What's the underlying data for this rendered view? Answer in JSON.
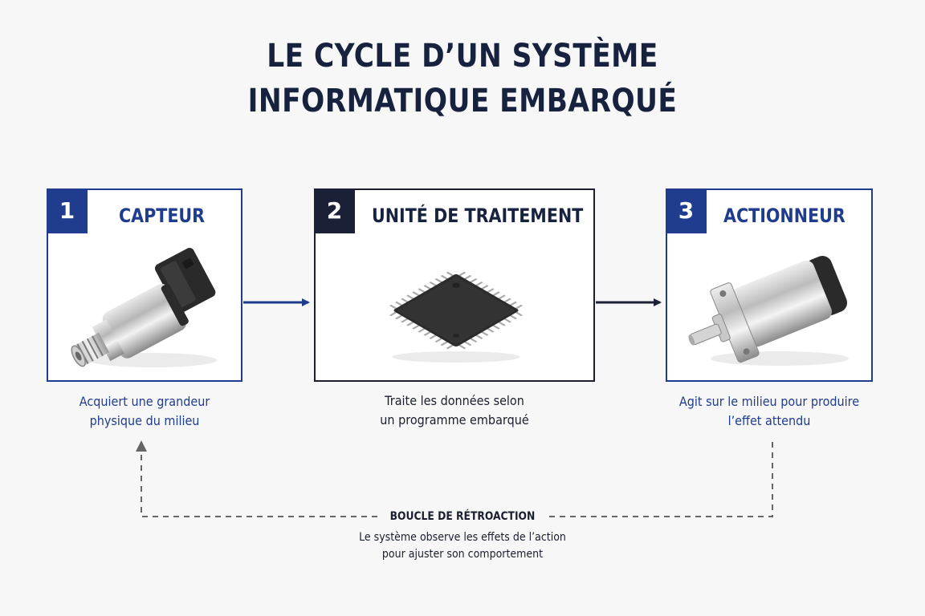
{
  "title": {
    "line1": "LE CYCLE D’UN SYSTÈME",
    "line2": "INFORMATIQUE EMBARQUÉ"
  },
  "steps": [
    {
      "number": "1",
      "label": "CAPTEUR",
      "description_line1": "Acquiert une grandeur",
      "description_line2": "physique du milieu",
      "image": "pressure-sensor"
    },
    {
      "number": "2",
      "label": "UNITÉ DE TRAITEMENT",
      "description_line1": "Traite les données selon",
      "description_line2": "un programme embarqué",
      "image": "microcontroller-chip"
    },
    {
      "number": "3",
      "label": "ACTIONNEUR",
      "description_line1": "Agit sur le milieu pour produire",
      "description_line2": "l’effet attendu",
      "image": "electric-motor"
    }
  ],
  "feedback": {
    "label": "BOUCLE DE RÉTROACTION",
    "description_line1": "Le système observe les effets de l’action",
    "description_line2": "pour ajuster son comportement"
  },
  "colors": {
    "navy": "#1f3c8f",
    "dark": "#17223f",
    "dashed": "#666666"
  }
}
